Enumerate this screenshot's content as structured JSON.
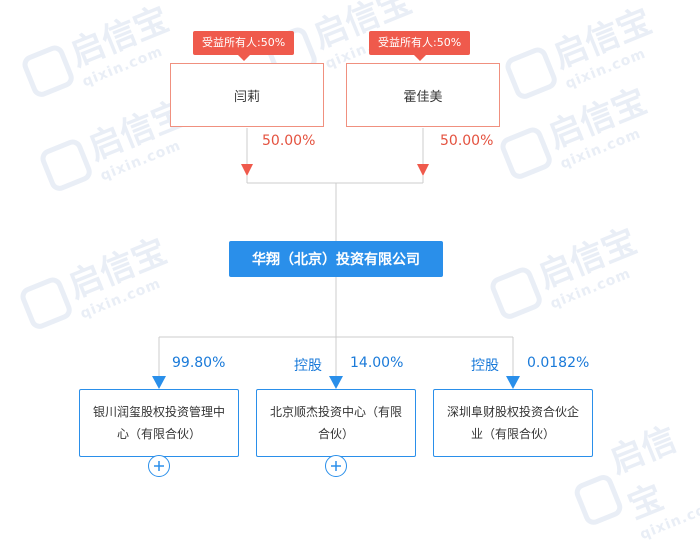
{
  "watermark": {
    "text": "启信宝",
    "sub": "qixin.com"
  },
  "shareholders": [
    {
      "tag": "受益所有人:50%",
      "name": "闫莉",
      "percent": "50.00%"
    },
    {
      "tag": "受益所有人:50%",
      "name": "霍佳美",
      "percent": "50.00%"
    }
  ],
  "company": {
    "name": "华翔（北京）投资有限公司"
  },
  "investments": [
    {
      "label": "",
      "percent": "99.80%",
      "name": "银川润玺股权投资管理中心（有限合伙）",
      "expand": "+"
    },
    {
      "label": "控股",
      "percent": "14.00%",
      "name": "北京顺杰投资中心（有限合伙）",
      "expand": "+"
    },
    {
      "label": "控股",
      "percent": "0.0182%",
      "name": "深圳阜财股权投资合伙企业（有限合伙）"
    }
  ],
  "colors": {
    "owner": "#ef5a4c",
    "owner_text": "#e4523f",
    "company": "#2a8fea",
    "percent_blue": "#1a7ad9",
    "line": "#cccccc"
  }
}
